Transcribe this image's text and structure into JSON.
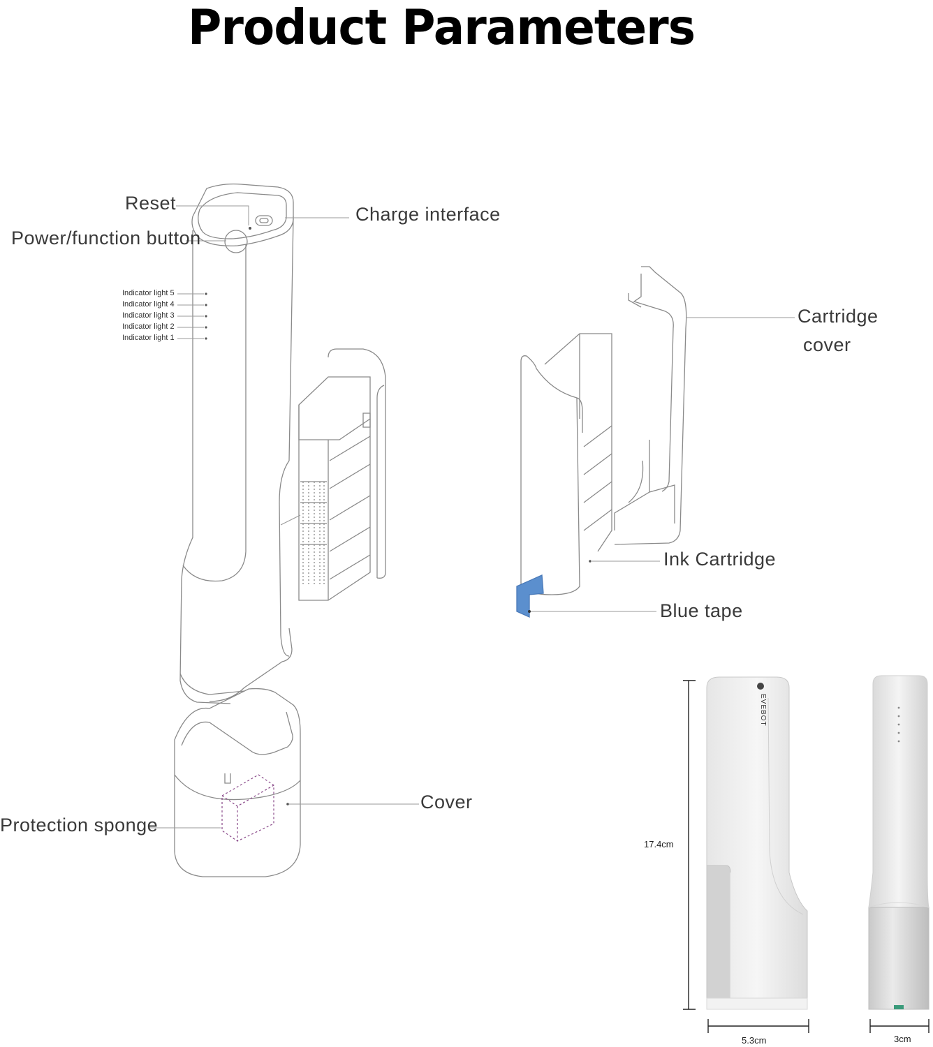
{
  "title": "Product Parameters",
  "labels": {
    "reset": "Reset",
    "power_button": "Power/function button",
    "charge_interface": "Charge interface",
    "indicator_lights": [
      "Indicator light 5",
      "Indicator light 4",
      "Indicator light 3",
      "Indicator light 2",
      "Indicator light 1"
    ],
    "cartridge_cover_line1": "Cartridge",
    "cartridge_cover_line2": "cover",
    "ink_cartridge": "Ink Cartridge",
    "blue_tape": "Blue tape",
    "cover": "Cover",
    "protection_sponge": "Protection sponge"
  },
  "dimensions": {
    "height": "17.4cm",
    "width": "5.3cm",
    "depth": "3cm"
  },
  "brand": "EVEBOT",
  "colors": {
    "blue_tape": "#5b8fce",
    "line": "#777777",
    "product_body": "#eeeeee"
  }
}
